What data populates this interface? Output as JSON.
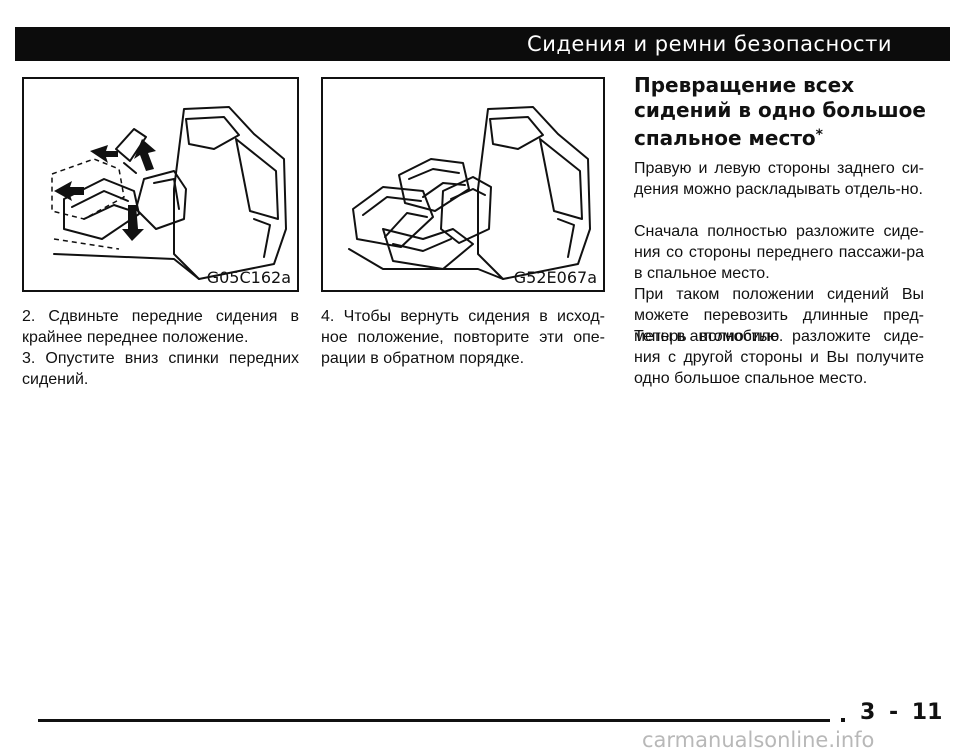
{
  "header": {
    "title": "Сидения и ремни безопасности"
  },
  "figures": [
    {
      "code": "G05C162a"
    },
    {
      "code": "G52E067a"
    }
  ],
  "left_column": {
    "step2": "2. Сдвиньте передние сидения в крайнее переднее положение.",
    "step3": "3. Опустите вниз спинки передних сидений."
  },
  "middle_column": {
    "step4": "4. Чтобы вернуть сидения в исход-ное положение, повторите эти опе-рации в обратном порядке."
  },
  "right_column": {
    "heading": "Превращение всех сидений в одно большое спальное место",
    "heading_mark": "*",
    "paragraphs": [
      "Правую и левую стороны заднего си-дения можно раскладывать отдель-но.",
      "Сначала полностью разложите сиде-ния со стороны переднего пассажи-ра в спальное место.",
      "При таком положении сидений Вы можете перевозить длинные пред-меты в автомобиле.",
      "Теперь полностью разложите сиде-ния с другой стороны и Вы получите одно большое спальное место."
    ]
  },
  "footer": {
    "page_number": "3 - 11",
    "watermark": "carmanualsonline.info"
  }
}
